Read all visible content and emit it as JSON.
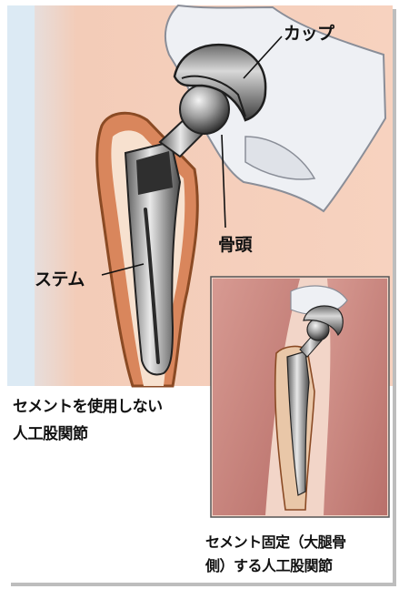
{
  "labels": {
    "cup": "カップ",
    "femoral_head": "骨頭",
    "stem": "ステム"
  },
  "captions": {
    "left_line1": "セメントを使用しない",
    "left_line2": "人工股関節",
    "right_line1": "セメント固定（大腿骨",
    "right_line2": "側）する人工股関節"
  },
  "colors": {
    "background": "#ffffff",
    "skin": "#f5cdb8",
    "left_tint": "#dceaf4",
    "bone": "#d9865c",
    "bone_outline": "#8a4a24",
    "pelvis": "#eef0f4",
    "metal_dark": "#3a3a3a",
    "metal_light": "#c8c8c8",
    "muscle": "#c7817a"
  }
}
